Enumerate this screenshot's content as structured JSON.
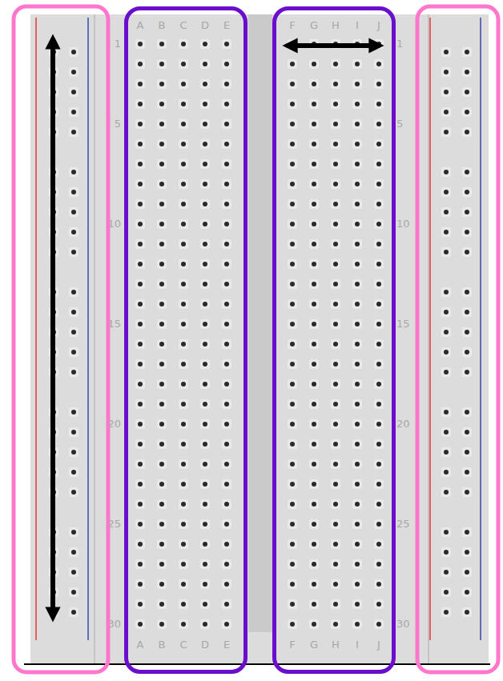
{
  "diagram": {
    "nodes": [
      {
        "text": [
          "A",
          "B",
          "C",
          "D",
          "E",
          "A",
          "B",
          "C",
          "D",
          "E"
        ]
      },
      {
        "text": [
          "F",
          "G",
          "H",
          "I",
          "J",
          "F",
          "G",
          "H",
          "I",
          "J"
        ]
      }
    ],
    "labels": [
      "1",
      "5",
      "10",
      "15",
      "20",
      "25",
      "30",
      "1",
      "5",
      "10",
      "15",
      "20",
      "25",
      "30"
    ]
  }
}
